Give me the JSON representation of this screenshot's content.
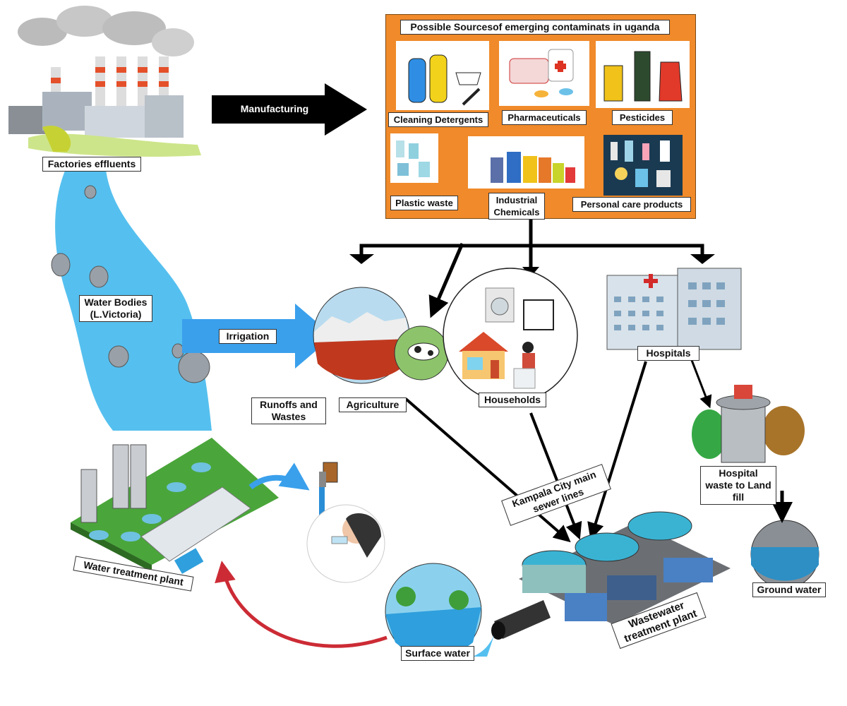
{
  "sources_title": "Possible Sourcesof emerging contaminats in uganda",
  "sources": {
    "cleaning": "Cleaning Detergents",
    "pharma": "Pharmaceuticals",
    "pesticides": "Pesticides",
    "plastic": "Plastic waste",
    "industrial": "Industrial Chemicals",
    "personal_care": "Personal care products"
  },
  "nodes": {
    "factories": "Factories effluents",
    "manufacturing": "Manufacturing",
    "water_bodies": "Water Bodies (L.Victoria)",
    "irrigation": "Irrigation",
    "agriculture": "Agriculture",
    "households": "Households",
    "hospitals": "Hospitals",
    "runoffs": "Runoffs and Wastes",
    "hospital_waste": "Hospital waste to Land fill",
    "sewer": "Kampala City main sewer lines",
    "water_treatment": "Water treatment plant",
    "wastewater_treatment": "Wastewater treatment plant",
    "surface_water": "Surface water",
    "ground_water": "Ground water"
  },
  "colors": {
    "source_panel": "#f08a2a",
    "water": "#55c0ef",
    "irrigation_arrow": "#3aa0ec",
    "return_arrow": "#cc2b35"
  }
}
